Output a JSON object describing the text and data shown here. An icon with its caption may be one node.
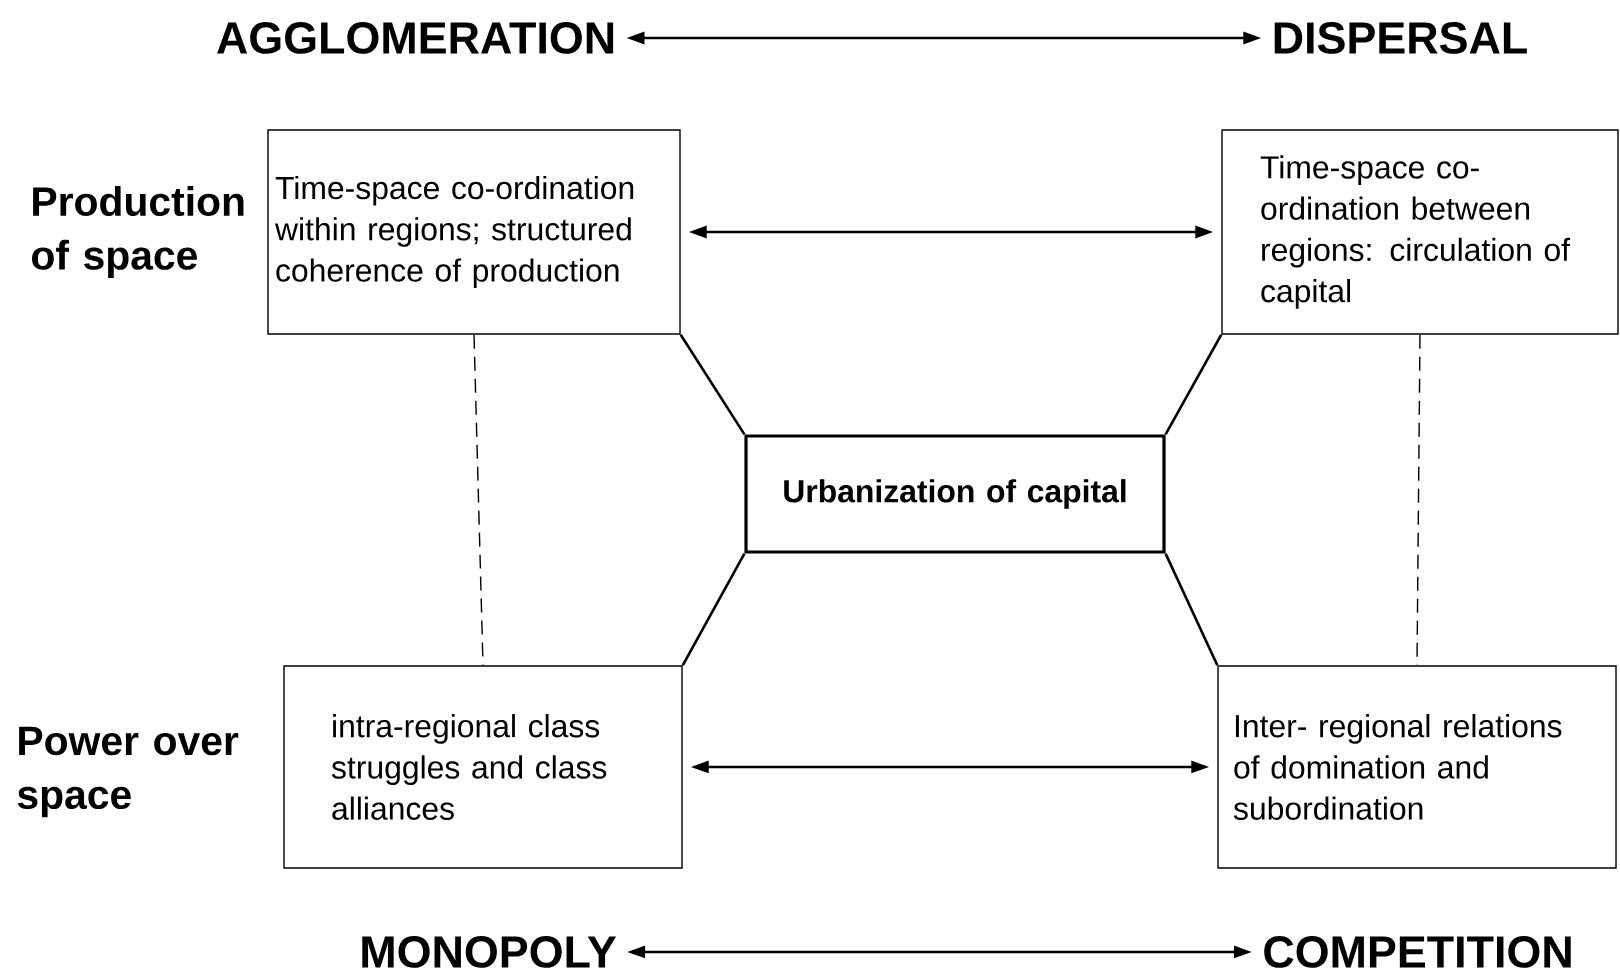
{
  "diagram": {
    "nodes": [
      {
        "text": [
          "AGGLOMERATION"
        ]
      },
      {
        "text": [
          "DISPERSAL"
        ]
      },
      {
        "text": [
          "Time-space co-ordination within regions; structured coherence of production"
        ]
      },
      {
        "text": [
          "Time-space co-ordination between regions: circulation of capital"
        ]
      },
      {
        "text": [
          "Urbanization of capital"
        ]
      },
      {
        "text": [
          "intra-regional class struggles and class alliances"
        ]
      },
      {
        "text": [
          "Inter- regional relations of domination and subordination"
        ]
      },
      {
        "text": [
          "MONOPOLY"
        ]
      },
      {
        "text": [
          "COMPETITION"
        ]
      }
    ],
    "edges": [
      {
        "from": 0,
        "to": 1,
        "arrow": "both"
      },
      {
        "from": 2,
        "to": 3,
        "arrow": "both"
      },
      {
        "from": 2,
        "to": 4,
        "arrow": "none"
      },
      {
        "from": 3,
        "to": 4,
        "arrow": "none"
      },
      {
        "from": 4,
        "to": 5,
        "arrow": "none"
      },
      {
        "from": 4,
        "to": 6,
        "arrow": "none"
      },
      {
        "from": 2,
        "to": 5,
        "arrow": "none",
        "style": "dashed"
      },
      {
        "from": 3,
        "to": 6,
        "arrow": "none",
        "style": "dashed"
      },
      {
        "from": 5,
        "to": 6,
        "arrow": "both"
      },
      {
        "from": 7,
        "to": 8,
        "arrow": "both"
      }
    ],
    "labels": [
      "Production of space",
      "Power over space"
    ]
  }
}
